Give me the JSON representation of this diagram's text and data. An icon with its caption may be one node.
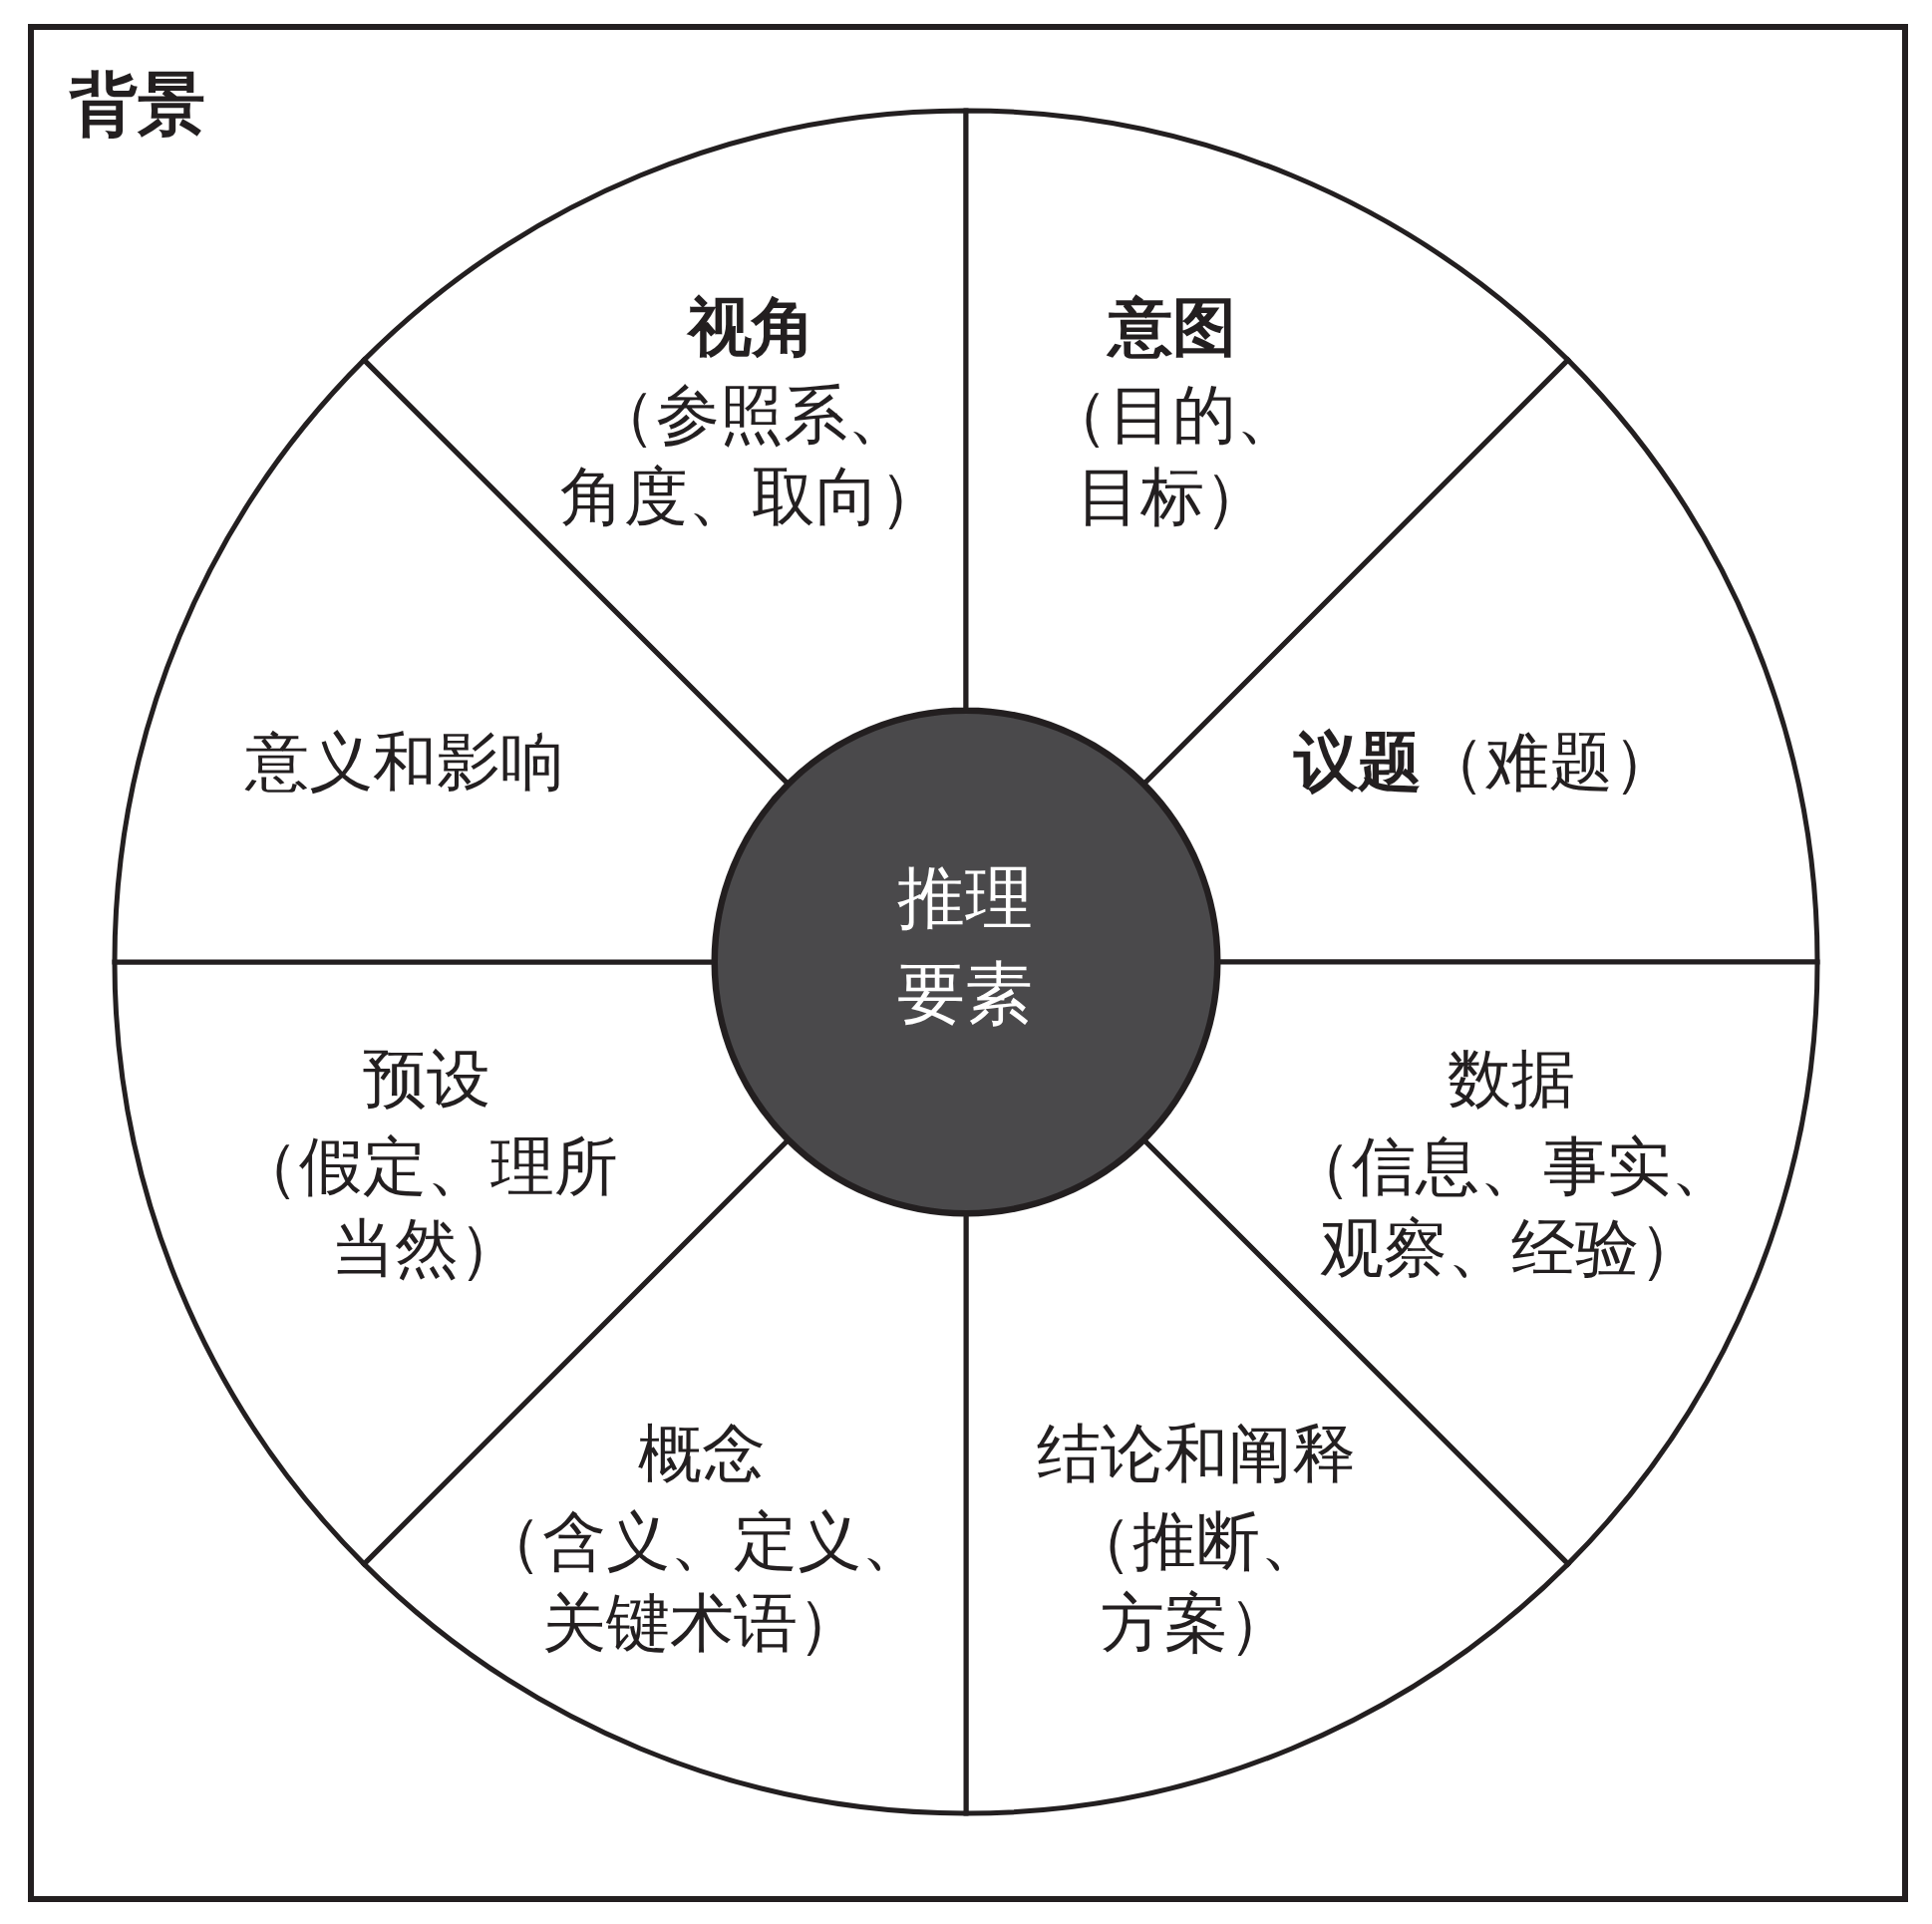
{
  "diagram": {
    "nodes": [
      {
        "text": [
          "背景"
        ]
      },
      {
        "text": [
          "推理要素"
        ],
        "in": 0
      },
      {
        "text": [
          "视角",
          "（参照系、角度、取向）"
        ],
        "in": 0
      },
      {
        "text": [
          "意图",
          "（目的、目标）"
        ],
        "in": 0
      },
      {
        "text": [
          "议题",
          "（难题）"
        ],
        "in": 0
      },
      {
        "text": [
          "数据",
          "（信息、事实、观察、经验）"
        ],
        "in": 0
      },
      {
        "text": [
          "结论和阐释",
          "（推断、方案）"
        ],
        "in": 0
      },
      {
        "text": [
          "概念",
          "（含义、定义、关键术语）"
        ],
        "in": 0
      },
      {
        "text": [
          "预设",
          "（假定、理所当然）"
        ],
        "in": 0
      },
      {
        "text": [
          "意义和影响"
        ],
        "in": 0
      }
    ]
  }
}
